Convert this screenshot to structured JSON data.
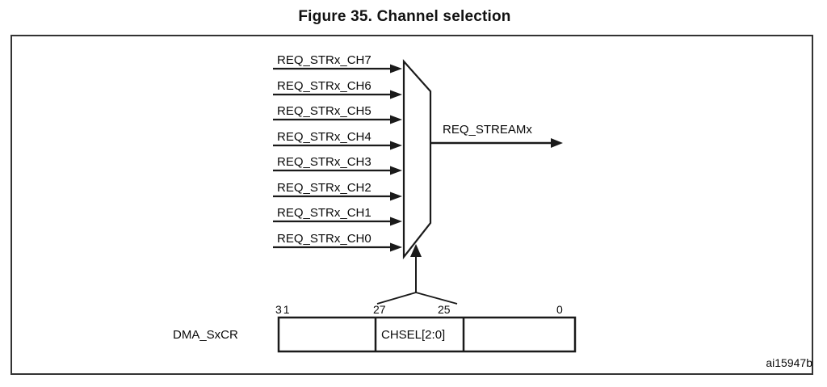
{
  "figure": {
    "title": "Figure 35. Channel selection",
    "watermark": "ai15947b"
  },
  "mux": {
    "inputs": [
      "REQ_STRx_CH7",
      "REQ_STRx_CH6",
      "REQ_STRx_CH5",
      "REQ_STRx_CH4",
      "REQ_STRx_CH3",
      "REQ_STRx_CH2",
      "REQ_STRx_CH1",
      "REQ_STRx_CH0"
    ],
    "output_label": "REQ_STREAMx"
  },
  "register": {
    "name": "DMA_SxCR",
    "bit_labels": [
      "31",
      "27",
      "25",
      "0"
    ],
    "field_label": "CHSEL[2:0]"
  },
  "colors": {
    "line": "#1a1a1a",
    "frame_border": "#333333",
    "background": "#ffffff"
  }
}
